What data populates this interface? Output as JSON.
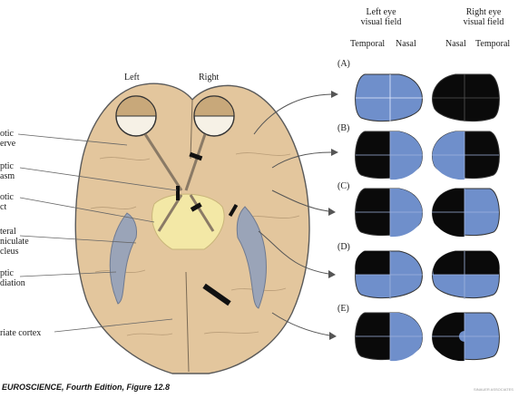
{
  "figure": {
    "eye_labels": {
      "left": "Left",
      "right": "Right"
    },
    "structure_labels": [
      {
        "name": "optic-nerve",
        "text": "otic\nerve"
      },
      {
        "name": "optic-chiasm",
        "text": "ptic\nasm"
      },
      {
        "name": "optic-tract",
        "text": "otic\nct"
      },
      {
        "name": "lateral-geniculate-nucleus",
        "text": "teral\nniculate\ncleus"
      },
      {
        "name": "optic-radiation",
        "text": "ptic\ndiation"
      },
      {
        "name": "striate-cortex",
        "text": "riate cortex"
      }
    ],
    "visual_field_headers": {
      "left_eye": "Left eye\nvisual field",
      "right_eye": "Right eye\nvisual field"
    },
    "subheaders": [
      "Temporal",
      "Nasal",
      "Nasal",
      "Temporal"
    ],
    "rows": [
      "(A)",
      "(B)",
      "(C)",
      "(D)",
      "(E)"
    ],
    "caption": "EUROSCIENCE, Fourth Edition, Figure 12.8",
    "credit": "SINAUER ASSOCIATES",
    "colors": {
      "brain": "#e3c69d",
      "brain_outline": "#555555",
      "chiasm_area": "#f3e8a6",
      "field_seen": "#6f8fcb",
      "field_blind": "#0a0a0a",
      "radiation": "#9aa4b8"
    }
  }
}
